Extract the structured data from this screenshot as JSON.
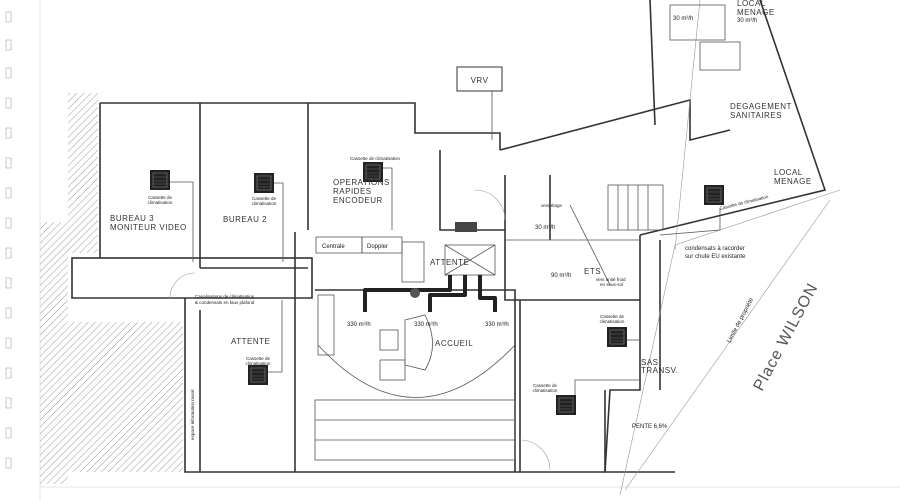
{
  "plan": {
    "vrv": "VRV",
    "rooms": {
      "bureau3_l1": "BUREAU 3",
      "bureau3_l2": "MONITEUR VIDEO",
      "bureau2": "BUREAU 2",
      "ops_l1": "OPERATIONS",
      "ops_l2": "RAPIDES",
      "ops_l3": "ENCODEUR",
      "attente_left": "ATTENTE",
      "attente_center": "ATTENTE",
      "accueil": "ACCUEIL",
      "degagement_l1": "DEGAGEMENT",
      "degagement_l2": "SANITAIRES",
      "local_menage_top_l1": "LOCAL",
      "local_menage_top_l2": "MENAGE",
      "local_menage_right_l1": "LOCAL",
      "local_menage_right_l2": "MENAGE",
      "sas_l1": "SAS",
      "sas_l2": "TRANSV.",
      "ets": "ETS"
    },
    "equipment": {
      "centrale": "Centrale",
      "doppler": "Doppler"
    },
    "cassette_label_l1": "Cassette de",
    "cassette_label_l2": "climatisation",
    "cassette_label_full": "Cassette de climatisation",
    "flows": {
      "f330": "330 m³/h",
      "f30": "30 m³/h",
      "f90": "90 m³/h"
    },
    "notes": {
      "canalisations_l1": "Canalisations de climatisation",
      "canalisations_l2": "& condensats en faux plafond",
      "condensats_l1": "condensats à racorder",
      "condensats_l2": "sur chute EU existante",
      "vers_etage": "vers étage",
      "vers_unite_l1": "vers unité froid",
      "vers_unite_l2": "en sous-sol",
      "espace_info": "espace information mural",
      "pente": "PENTE 6,6%",
      "limite": "Limite de propriété",
      "place": "Place WILSON"
    }
  }
}
